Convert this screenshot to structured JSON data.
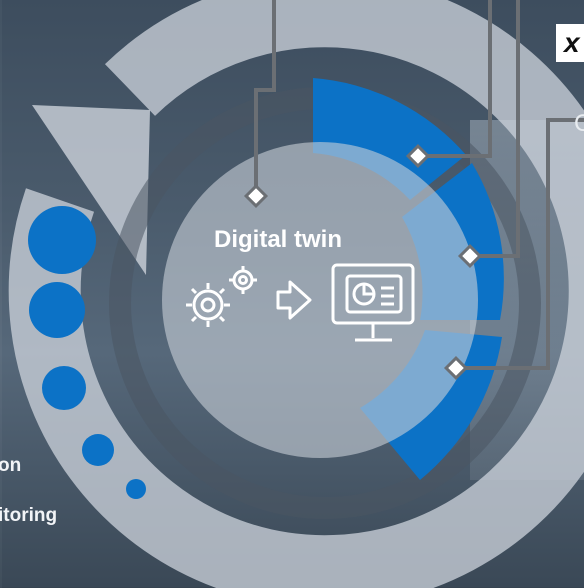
{
  "center": {
    "title": "Digital twin"
  },
  "left_labels": {
    "line1": "on",
    "line2": "itoring"
  },
  "logo": {
    "text": "x"
  },
  "right_label": {
    "text": "C"
  },
  "icons": [
    "gears-icon",
    "arrow-right-icon",
    "monitor-dashboard-icon"
  ],
  "colors": {
    "blue": "#0c72c6",
    "ring": "#c9d0d8",
    "connector": "#6b6f74",
    "white": "#ffffff"
  }
}
